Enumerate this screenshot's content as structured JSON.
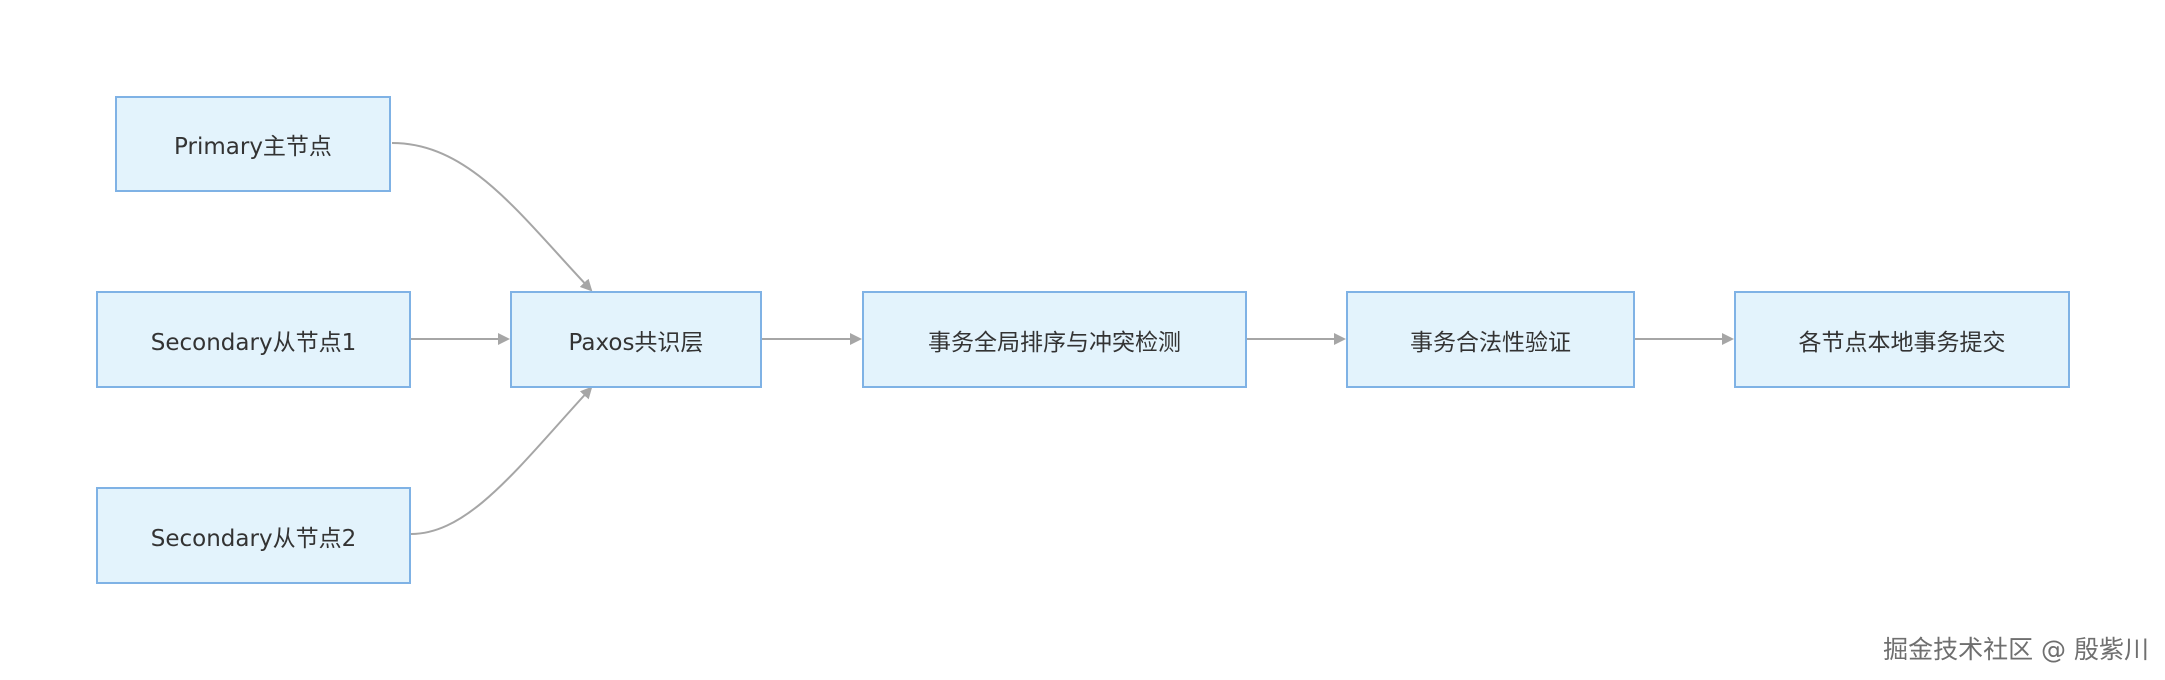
{
  "nodes": {
    "primary": "Primary主节点",
    "secondary1": "Secondary从节点1",
    "secondary2": "Secondary从节点2",
    "paxos": "Paxos共识层",
    "ordering": "事务全局排序与冲突检测",
    "validation": "事务合法性验证",
    "commit": "各节点本地事务提交"
  },
  "watermark": "掘金技术社区 @ 殷紫川",
  "colors": {
    "node_fill": "#e3f3fc",
    "node_border": "#7fb2e5",
    "edge": "#a6a6a6",
    "text": "#333333"
  }
}
